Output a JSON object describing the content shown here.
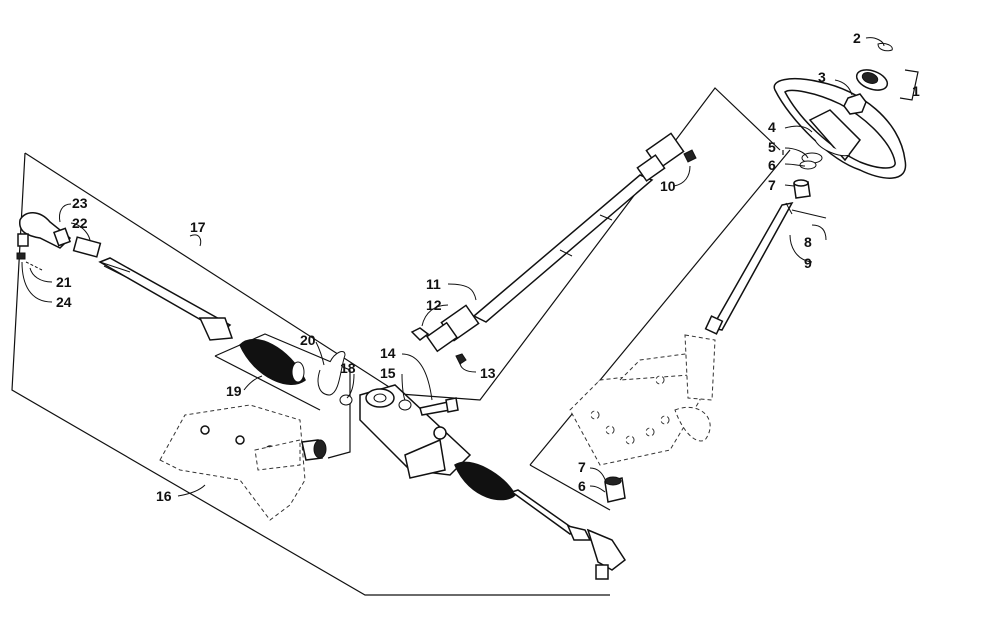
{
  "callouts": {
    "c1": "1",
    "c2": "2",
    "c3": "3",
    "c4": "4",
    "c5": "5",
    "c6": "6",
    "c7": "7",
    "c8": "8",
    "c9": "9",
    "c10": "10",
    "c11": "11",
    "c12": "12",
    "c13": "13",
    "c14": "14",
    "c15": "15",
    "c16": "16",
    "c17": "17",
    "c18": "18",
    "c19": "19",
    "c20": "20",
    "c21": "21",
    "c22": "22",
    "c23": "23",
    "c24": "24",
    "c7b": "7",
    "c6b": "6"
  }
}
